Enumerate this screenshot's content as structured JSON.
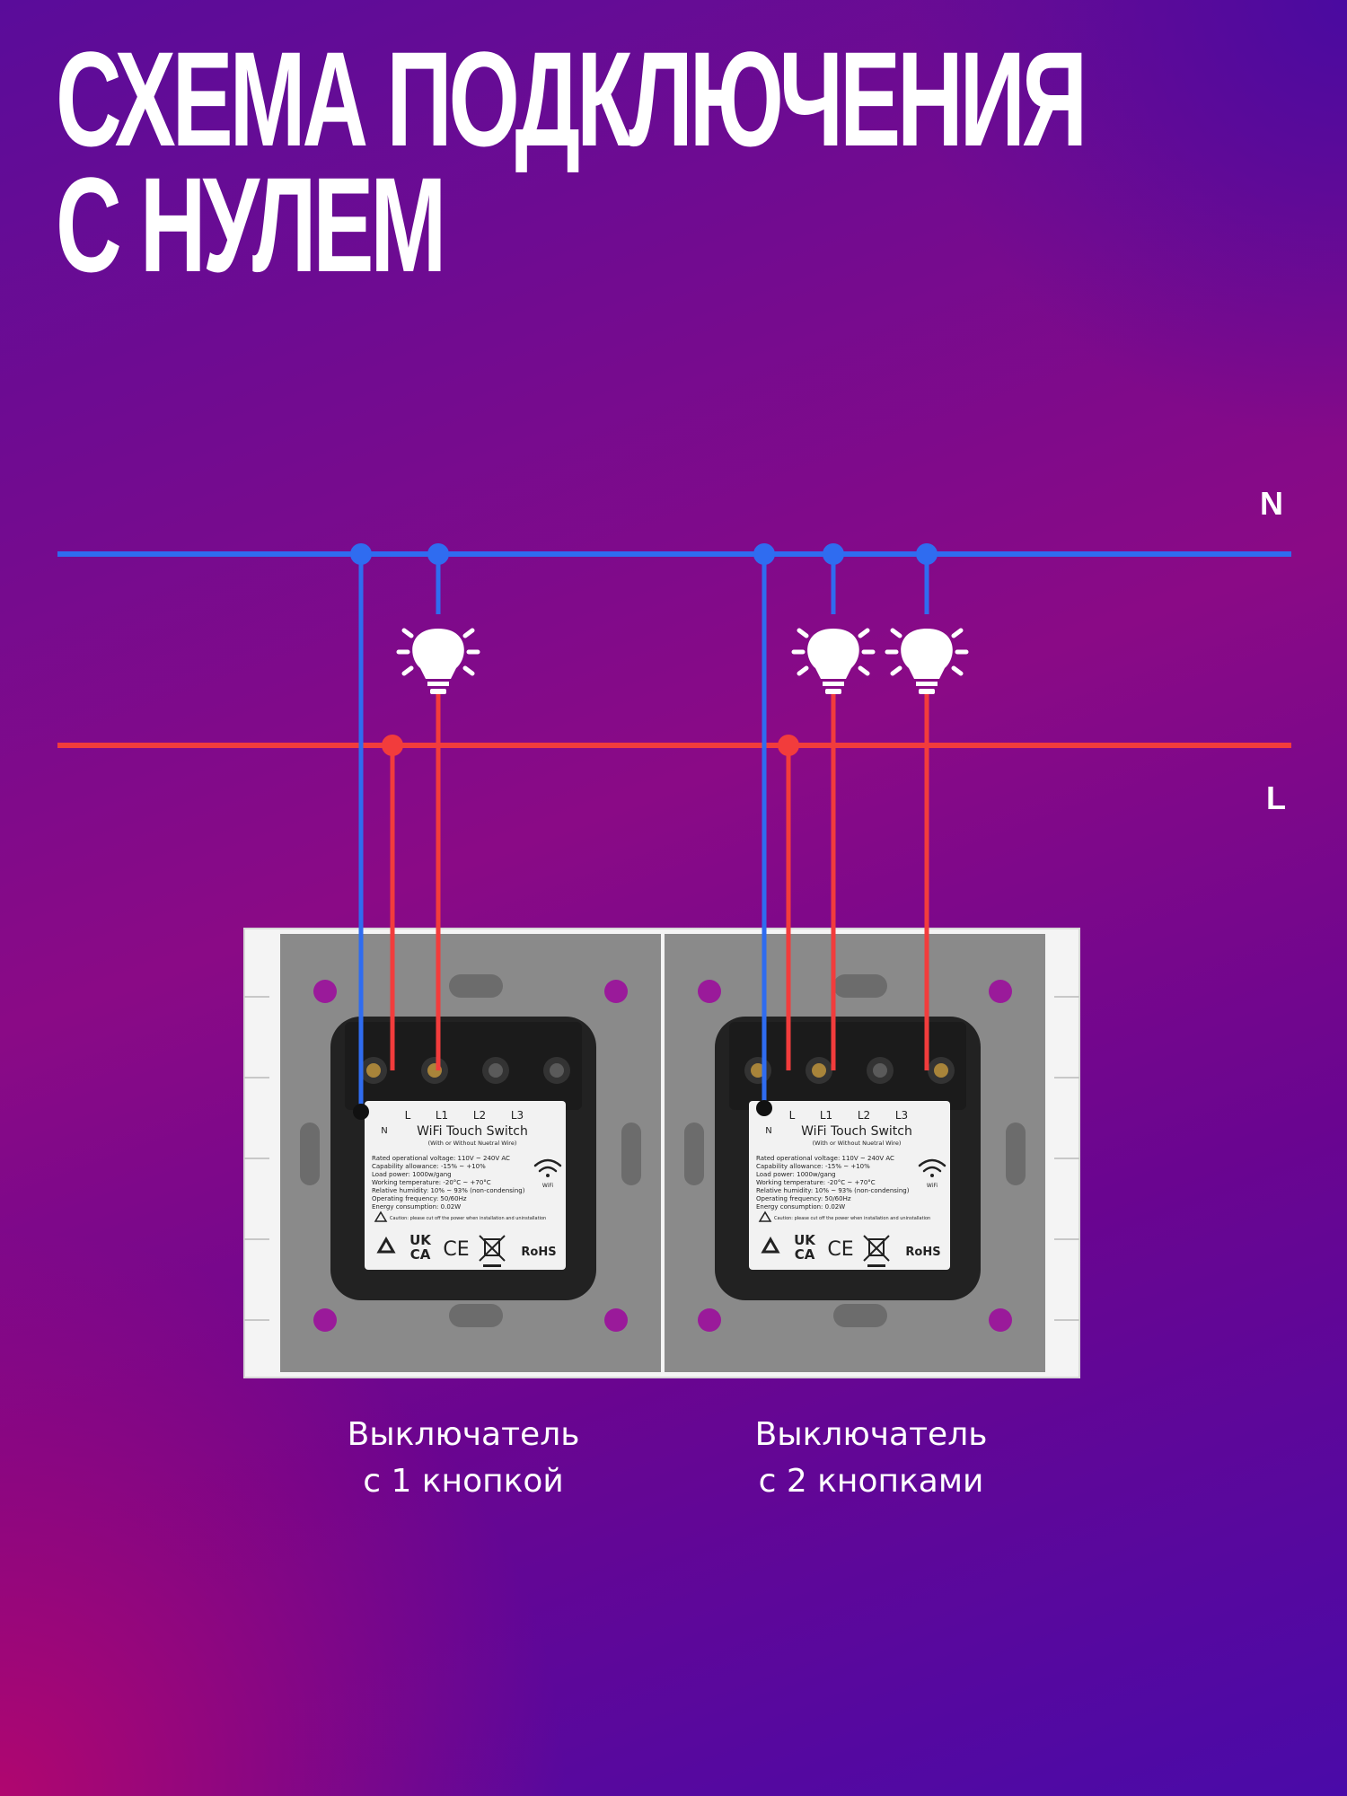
{
  "title": {
    "line1": "Схема подключения",
    "line2": "с нулем"
  },
  "lines": {
    "neutral": "N",
    "live": "L"
  },
  "colors": {
    "neutral": "#2f6cf0",
    "live": "#f23c3c",
    "plate": "#8a8a8a",
    "frame": "#f4f4f4",
    "module": "#222222",
    "label": "#ffffff"
  },
  "modules": [
    {
      "terminals": [
        "L",
        "L1",
        "L2",
        "L3"
      ],
      "brand": "N",
      "product": "WiFi Touch Switch",
      "subtitle": "(With or Without Nuetral Wire)",
      "specs": [
        "Rated operational voltage: 110V ~ 240V AC",
        "Capability allowance: -15% ~ +10%",
        "Load power: 1000w/gang",
        "Working temperature: -20°C ~ +70°C",
        "Relative humidity: 10% ~ 93% (non-condensing)",
        "Operating frequency: 50/60Hz",
        "Energy consumption: 0.02W"
      ],
      "wifi": "WiFi",
      "caution": "Caution: please cut off the power when installation and uninstallation",
      "marks": {
        "ukca_top": "UK",
        "ukca_bottom": "CA",
        "ce": "CE",
        "rohs": "RoHS"
      }
    },
    {
      "terminals": [
        "L",
        "L1",
        "L2",
        "L3"
      ],
      "brand": "N",
      "product": "WiFi Touch Switch",
      "subtitle": "(With or Without Nuetral Wire)",
      "specs": [
        "Rated operational voltage: 110V ~ 240V AC",
        "Capability allowance: -15% ~ +10%",
        "Load power: 1000w/gang",
        "Working temperature: -20°C ~ +70°C",
        "Relative humidity: 10% ~ 93% (non-condensing)",
        "Operating frequency: 50/60Hz",
        "Energy consumption: 0.02W"
      ],
      "wifi": "WiFi",
      "caution": "Caution: please cut off the power when installation and uninstallation",
      "marks": {
        "ukca_top": "UK",
        "ukca_bottom": "CA",
        "ce": "CE",
        "rohs": "RoHS"
      }
    }
  ],
  "captions": [
    {
      "line1": "Выключатель",
      "line2": "с 1 кнопкой"
    },
    {
      "line1": "Выключатель",
      "line2": "с 2 кнопками"
    }
  ]
}
